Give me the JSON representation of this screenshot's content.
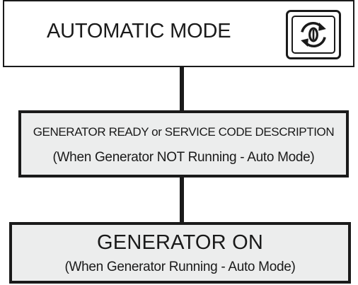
{
  "diagram": {
    "nodes": [
      {
        "id": "automatic-mode",
        "title": "AUTOMATIC MODE",
        "icon": "auto-mode-icon"
      },
      {
        "id": "generator-ready",
        "line1": "GENERATOR READY or SERVICE CODE DESCRIPTION",
        "line2": "(When Generator NOT Running - Auto Mode)"
      },
      {
        "id": "generator-on",
        "line1": "GENERATOR ON",
        "line2": "(When Generator Running - Auto Mode)"
      }
    ],
    "edges": [
      {
        "from": "automatic-mode",
        "to": "generator-ready"
      },
      {
        "from": "generator-ready",
        "to": "generator-on"
      }
    ],
    "colors": {
      "stroke": "#1a1a1a",
      "box_fill_shaded": "#eceded",
      "box_fill_plain": "#ffffff"
    }
  }
}
